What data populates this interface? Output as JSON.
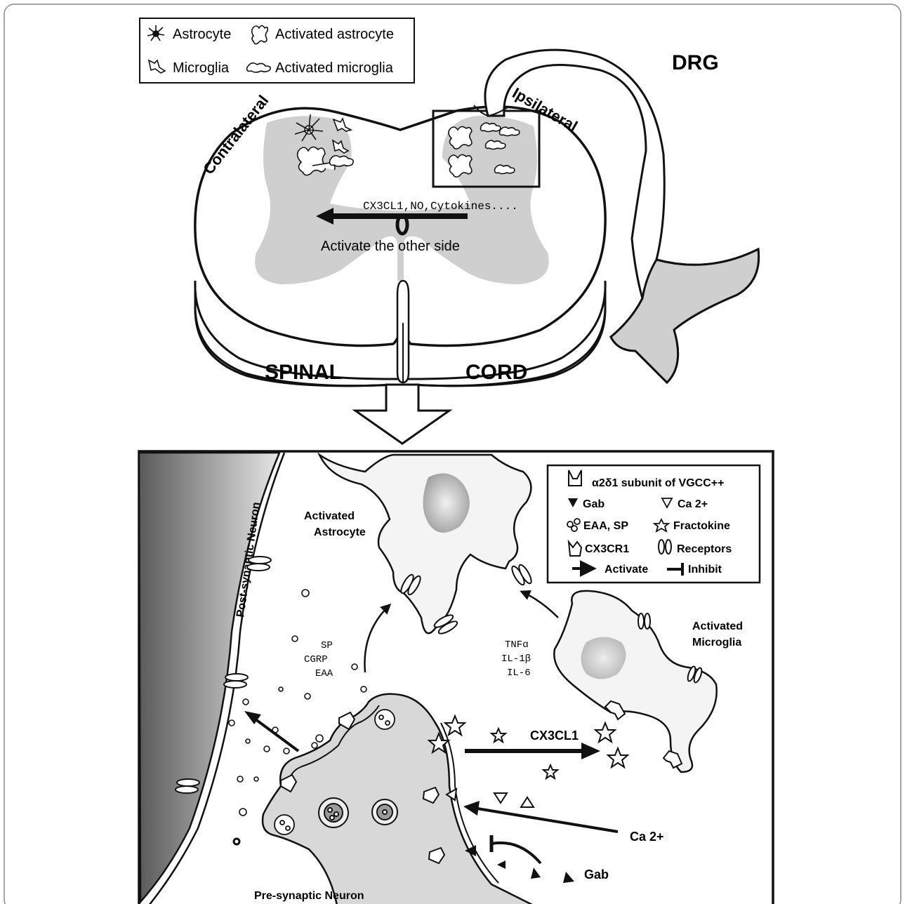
{
  "top_legend": {
    "astrocyte": "Astrocyte",
    "activated_astrocyte": "Activated astrocyte",
    "microglia": "Microglia",
    "activated_microglia": "Activated microglia"
  },
  "spinal_cord": {
    "contralateral": "Contralateral",
    "ipsilateral": "Ipsilateral",
    "drg": "DRG",
    "signal": "CX3CL1,NO,Cytokines....",
    "activate_caption": "Activate the other side",
    "spinal": "SPINAL",
    "cord": "CORD"
  },
  "detail_legend": {
    "vgcc": "α2δ1 subunit of VGCC++",
    "gab": "Gab",
    "ca": "Ca 2+",
    "eaa_sp": "EAA, SP",
    "fractokine": "Fractokine",
    "cx3cr1": "CX3CR1",
    "receptors": "Receptors",
    "activate": "Activate",
    "inhibit": "Inhibit"
  },
  "detail": {
    "post_synaptic": "Post-synaptic Neuron",
    "activated_astrocyte": [
      "Activated",
      "Astrocyte"
    ],
    "activated_microglia": [
      "Activated",
      "Microglia"
    ],
    "neurotransmitters": [
      "SP",
      "CGRP",
      "EAA"
    ],
    "cytokines": [
      "TNFα",
      "IL-1β",
      "IL-6"
    ],
    "cx3cl1": "CX3CL1",
    "ca": "Ca 2+",
    "gab": "Gab",
    "pre_synaptic": "Pre-synaptic Neuron"
  },
  "colors": {
    "gray_matter": "#cfcfcf",
    "line": "#111111",
    "background": "#ffffff"
  }
}
